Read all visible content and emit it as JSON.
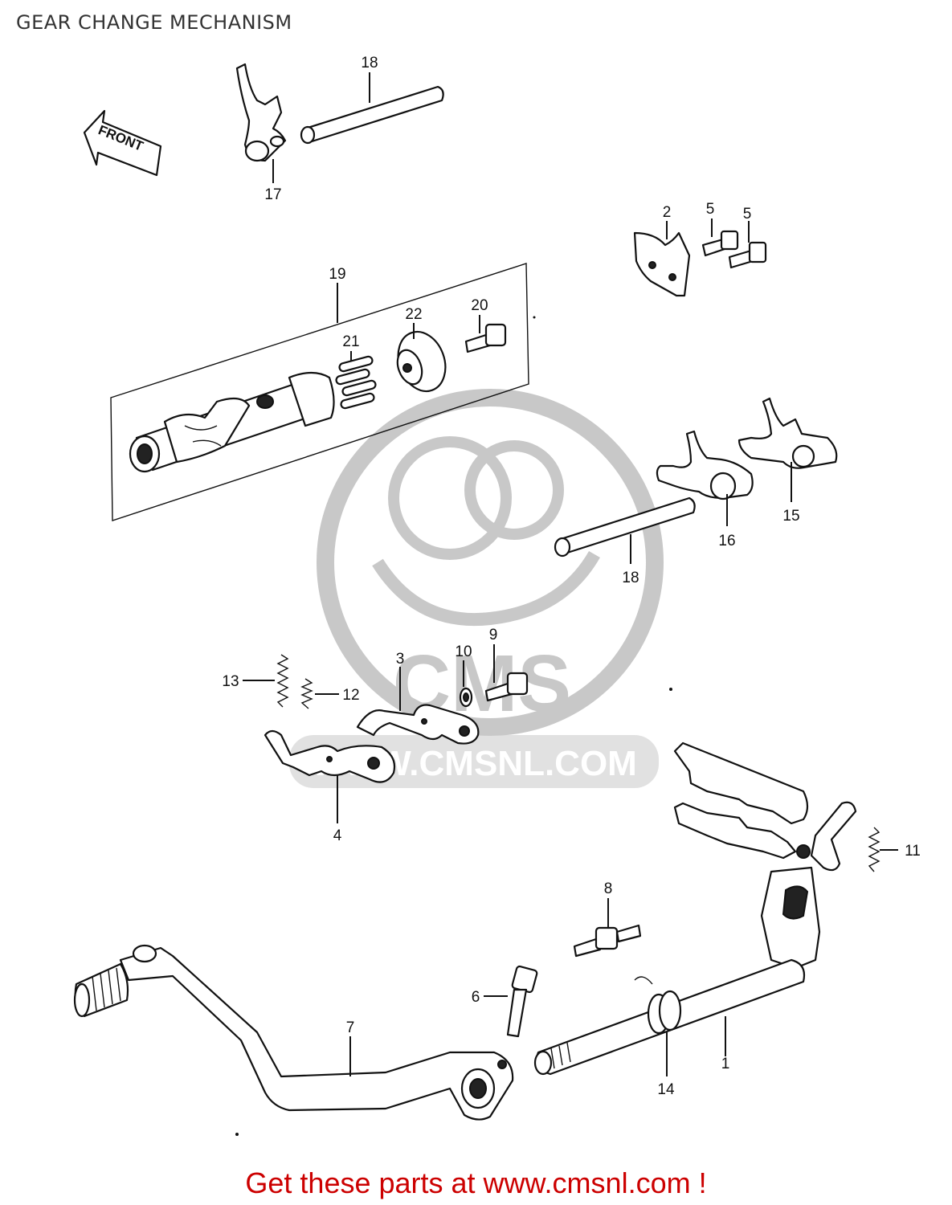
{
  "header": {
    "title": "GEAR CHANGE MECHANISM"
  },
  "front_arrow": {
    "label": "FRONT"
  },
  "watermark": {
    "brand": "CMS",
    "url": "WWW.CMSNL.COM"
  },
  "callouts": [
    "1",
    "2",
    "3",
    "4",
    "5",
    "5",
    "6",
    "7",
    "8",
    "9",
    "10",
    "11",
    "12",
    "13",
    "14",
    "15",
    "16",
    "17",
    "18",
    "18",
    "19",
    "20",
    "21",
    "22"
  ],
  "footer": {
    "text": "Get these parts at www.cmsnl.com !"
  },
  "colors": {
    "footer": "#cc0000",
    "title": "#333333",
    "watermark": "#c8c8c8"
  }
}
